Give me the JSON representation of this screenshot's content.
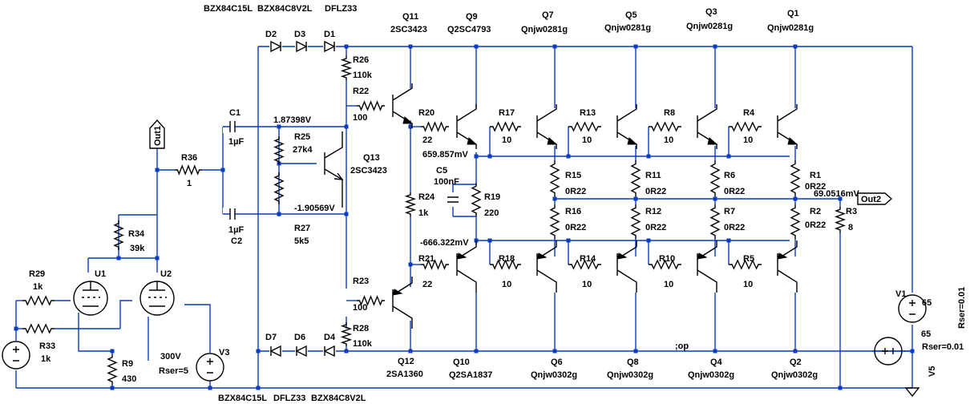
{
  "diodes": {
    "D2": {
      "ref": "D2"
    },
    "D3": {
      "ref": "D3"
    },
    "D1": {
      "ref": "D1"
    },
    "D7": {
      "ref": "D7"
    },
    "D6": {
      "ref": "D6"
    },
    "D4": {
      "ref": "D4"
    }
  },
  "diode_models_top": [
    "BZX84C15L",
    "BZX84C8V2L",
    "DFLZ33"
  ],
  "diode_models_bottom": [
    "BZX84C15L",
    "DFLZ33",
    "BZX84C8V2L"
  ],
  "transistors": {
    "Q11": {
      "ref": "Q11",
      "model": "2SC3423"
    },
    "Q9": {
      "ref": "Q9",
      "model": "Q2SC4793"
    },
    "Q7": {
      "ref": "Q7",
      "model": "Qnjw0281g"
    },
    "Q5": {
      "ref": "Q5",
      "model": "Qnjw0281g"
    },
    "Q3": {
      "ref": "Q3",
      "model": "Qnjw0281g"
    },
    "Q1": {
      "ref": "Q1",
      "model": "Qnjw0281g"
    },
    "Q13": {
      "ref": "Q13",
      "model": "2SC3423"
    },
    "Q12": {
      "ref": "Q12",
      "model": "2SA1360"
    },
    "Q10": {
      "ref": "Q10",
      "model": "Q2SA1837"
    },
    "Q6": {
      "ref": "Q6",
      "model": "Qnjw0302g"
    },
    "Q8": {
      "ref": "Q8",
      "model": "Qnjw0302g"
    },
    "Q4": {
      "ref": "Q4",
      "model": "Qnjw0302g"
    },
    "Q2": {
      "ref": "Q2",
      "model": "Qnjw0302g"
    }
  },
  "resistors": {
    "R26": {
      "ref": "R26",
      "value": "110k"
    },
    "R22": {
      "ref": "R22",
      "value": "100"
    },
    "R20": {
      "ref": "R20",
      "value": "22"
    },
    "R17": {
      "ref": "R17",
      "value": "10"
    },
    "R13": {
      "ref": "R13",
      "value": "10"
    },
    "R8": {
      "ref": "R8",
      "value": "10"
    },
    "R4": {
      "ref": "R4",
      "value": "10"
    },
    "R25": {
      "ref": "R25",
      "value": "27k4"
    },
    "R27": {
      "ref": "R27",
      "value": "5k5"
    },
    "R24": {
      "ref": "R24",
      "value": "1k"
    },
    "R19": {
      "ref": "R19",
      "value": "220"
    },
    "R15": {
      "ref": "R15",
      "value": "0R22"
    },
    "R11": {
      "ref": "R11",
      "value": "0R22"
    },
    "R6": {
      "ref": "R6",
      "value": "0R22"
    },
    "R1": {
      "ref": "R1",
      "value": "0R22"
    },
    "R16": {
      "ref": "R16",
      "value": "0R22"
    },
    "R12": {
      "ref": "R12",
      "value": "0R22"
    },
    "R7": {
      "ref": "R7",
      "value": "0R22"
    },
    "R2": {
      "ref": "R2",
      "value": "0R22"
    },
    "R3": {
      "ref": "R3",
      "value": "8"
    },
    "R36": {
      "ref": "R36",
      "value": "1"
    },
    "R34": {
      "ref": "R34",
      "value": "39k"
    },
    "R29": {
      "ref": "R29",
      "value": "1k"
    },
    "R33": {
      "ref": "R33",
      "value": "1k"
    },
    "R9": {
      "ref": "R9",
      "value": "430"
    },
    "R21": {
      "ref": "R21",
      "value": "22"
    },
    "R18": {
      "ref": "R18",
      "value": "10"
    },
    "R14": {
      "ref": "R14",
      "value": "10"
    },
    "R10": {
      "ref": "R10",
      "value": "10"
    },
    "R5": {
      "ref": "R5",
      "value": "10"
    },
    "R23": {
      "ref": "R23",
      "value": "100"
    },
    "R28": {
      "ref": "R28",
      "value": "110k"
    }
  },
  "capacitors": {
    "C1": {
      "ref": "C1",
      "value": "1µF"
    },
    "C2": {
      "ref": "C2",
      "value": "1µF"
    },
    "C5": {
      "ref": "C5",
      "value": "100nF"
    }
  },
  "tubes": {
    "U1": {
      "ref": "U1"
    },
    "U2": {
      "ref": "U2"
    }
  },
  "sources": {
    "V1": {
      "ref": "V1",
      "value": "65",
      "rser": "Rser=0.01"
    },
    "V5": {
      "ref": "V5",
      "value": "65",
      "rser": "Rser=0.01"
    },
    "V3": {
      "ref": "V3",
      "value": "300V",
      "rser": "Rser=5"
    }
  },
  "ports": {
    "out1": "Out1",
    "out2": "Out2"
  },
  "voltage_labels": {
    "n1": "1.87398V",
    "n2": "-1.90569V",
    "n3": "659.857mV",
    "n4": "-666.322mV",
    "n5": "69.0516mV"
  },
  "directive": ";op",
  "colors": {
    "wire": "#0a3cbf",
    "component": "#000000",
    "background": "#ffffff"
  }
}
